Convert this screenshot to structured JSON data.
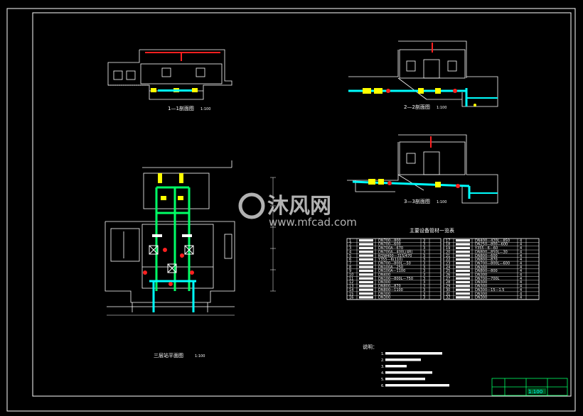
{
  "drawing": {
    "section_1_title": "1—1剖面图",
    "section_1_scale": "1:100",
    "section_2_title": "2—2剖面图",
    "section_2_scale": "1:100",
    "section_3_title": "3—3剖面图",
    "section_3_scale": "1:100",
    "plan_title": "三层站平面图",
    "plan_scale": "1:100",
    "table_title": "主要设备管材一览表"
  },
  "table_left": {
    "rows": [
      {
        "no": "1",
        "spec": "DN700—800",
        "n": "3"
      },
      {
        "no": "2",
        "spec": "DN700—600",
        "n": "3"
      },
      {
        "no": "3",
        "spec": "DN700A—670",
        "n": "3"
      },
      {
        "no": "4",
        "spec": "DN700A—400L(4R)",
        "n": "3"
      },
      {
        "no": "5",
        "spec": "KQW400—315/470",
        "n": "3"
      },
      {
        "no": "6",
        "spec": "Y355—6(110)",
        "n": "3"
      },
      {
        "no": "7",
        "spec": "DN700—800L—50",
        "n": "3"
      },
      {
        "no": "8",
        "spec": "DN100A—250",
        "n": "3"
      },
      {
        "no": "9",
        "spec": "DN100A—1100",
        "n": "3"
      },
      {
        "no": "10",
        "spec": "DN400",
        "n": "3"
      },
      {
        "no": "11",
        "spec": "DN100—800L—750",
        "n": "3"
      },
      {
        "no": "12",
        "spec": "DN300",
        "n": "3"
      },
      {
        "no": "13",
        "spec": "DN800—870",
        "n": "3"
      },
      {
        "no": "14",
        "spec": "DN800—1100",
        "n": "3"
      },
      {
        "no": "15",
        "spec": "DN300",
        "n": "3"
      },
      {
        "no": "16",
        "spec": "DN300",
        "n": "3"
      }
    ]
  },
  "table_right": {
    "rows": [
      {
        "no": "17",
        "spec": "DN400—420L—850",
        "n": "4"
      },
      {
        "no": "18",
        "spec": "DN250—800—600",
        "n": "4"
      },
      {
        "no": "19",
        "spec": "Y355—6—60",
        "n": "4"
      },
      {
        "no": "20",
        "spec": "DN800—850L—30",
        "n": "4"
      },
      {
        "no": "21",
        "spec": "DN800—600",
        "n": "4"
      },
      {
        "no": "22",
        "spec": "DN800—870",
        "n": "4"
      },
      {
        "no": "23",
        "spec": "DN700—800L—600",
        "n": "4"
      },
      {
        "no": "24",
        "spec": "DN300",
        "n": "4"
      },
      {
        "no": "25",
        "spec": "DN800—800",
        "n": "4"
      },
      {
        "no": "26",
        "spec": "DN300",
        "n": "4"
      },
      {
        "no": "27",
        "spec": "DN700—700L",
        "n": "4"
      },
      {
        "no": "28",
        "spec": "DN300",
        "n": "4"
      },
      {
        "no": "29",
        "spec": "DN300",
        "n": "4"
      },
      {
        "no": "30",
        "spec": "DN300—15—1.5",
        "n": "4"
      },
      {
        "no": "31",
        "spec": "DN300",
        "n": "4"
      },
      {
        "no": "32",
        "spec": "DN300",
        "n": "4"
      }
    ]
  },
  "notes": {
    "heading": "说明：",
    "items": [
      "1.",
      "2.",
      "3.",
      "4.",
      "5.",
      "6."
    ]
  },
  "title_block": {
    "scale": "1:100"
  },
  "watermark": {
    "text": "沐风网",
    "url": "www.mfcad.com"
  },
  "colors": {
    "background": "#000000",
    "lines": "#ffffff",
    "pipe_cyan": "#00ffff",
    "pipe_green": "#00ff66",
    "valve_yellow": "#ffff00",
    "equipment_red": "#ff2020",
    "accent_magenta": "#ff00ff"
  }
}
